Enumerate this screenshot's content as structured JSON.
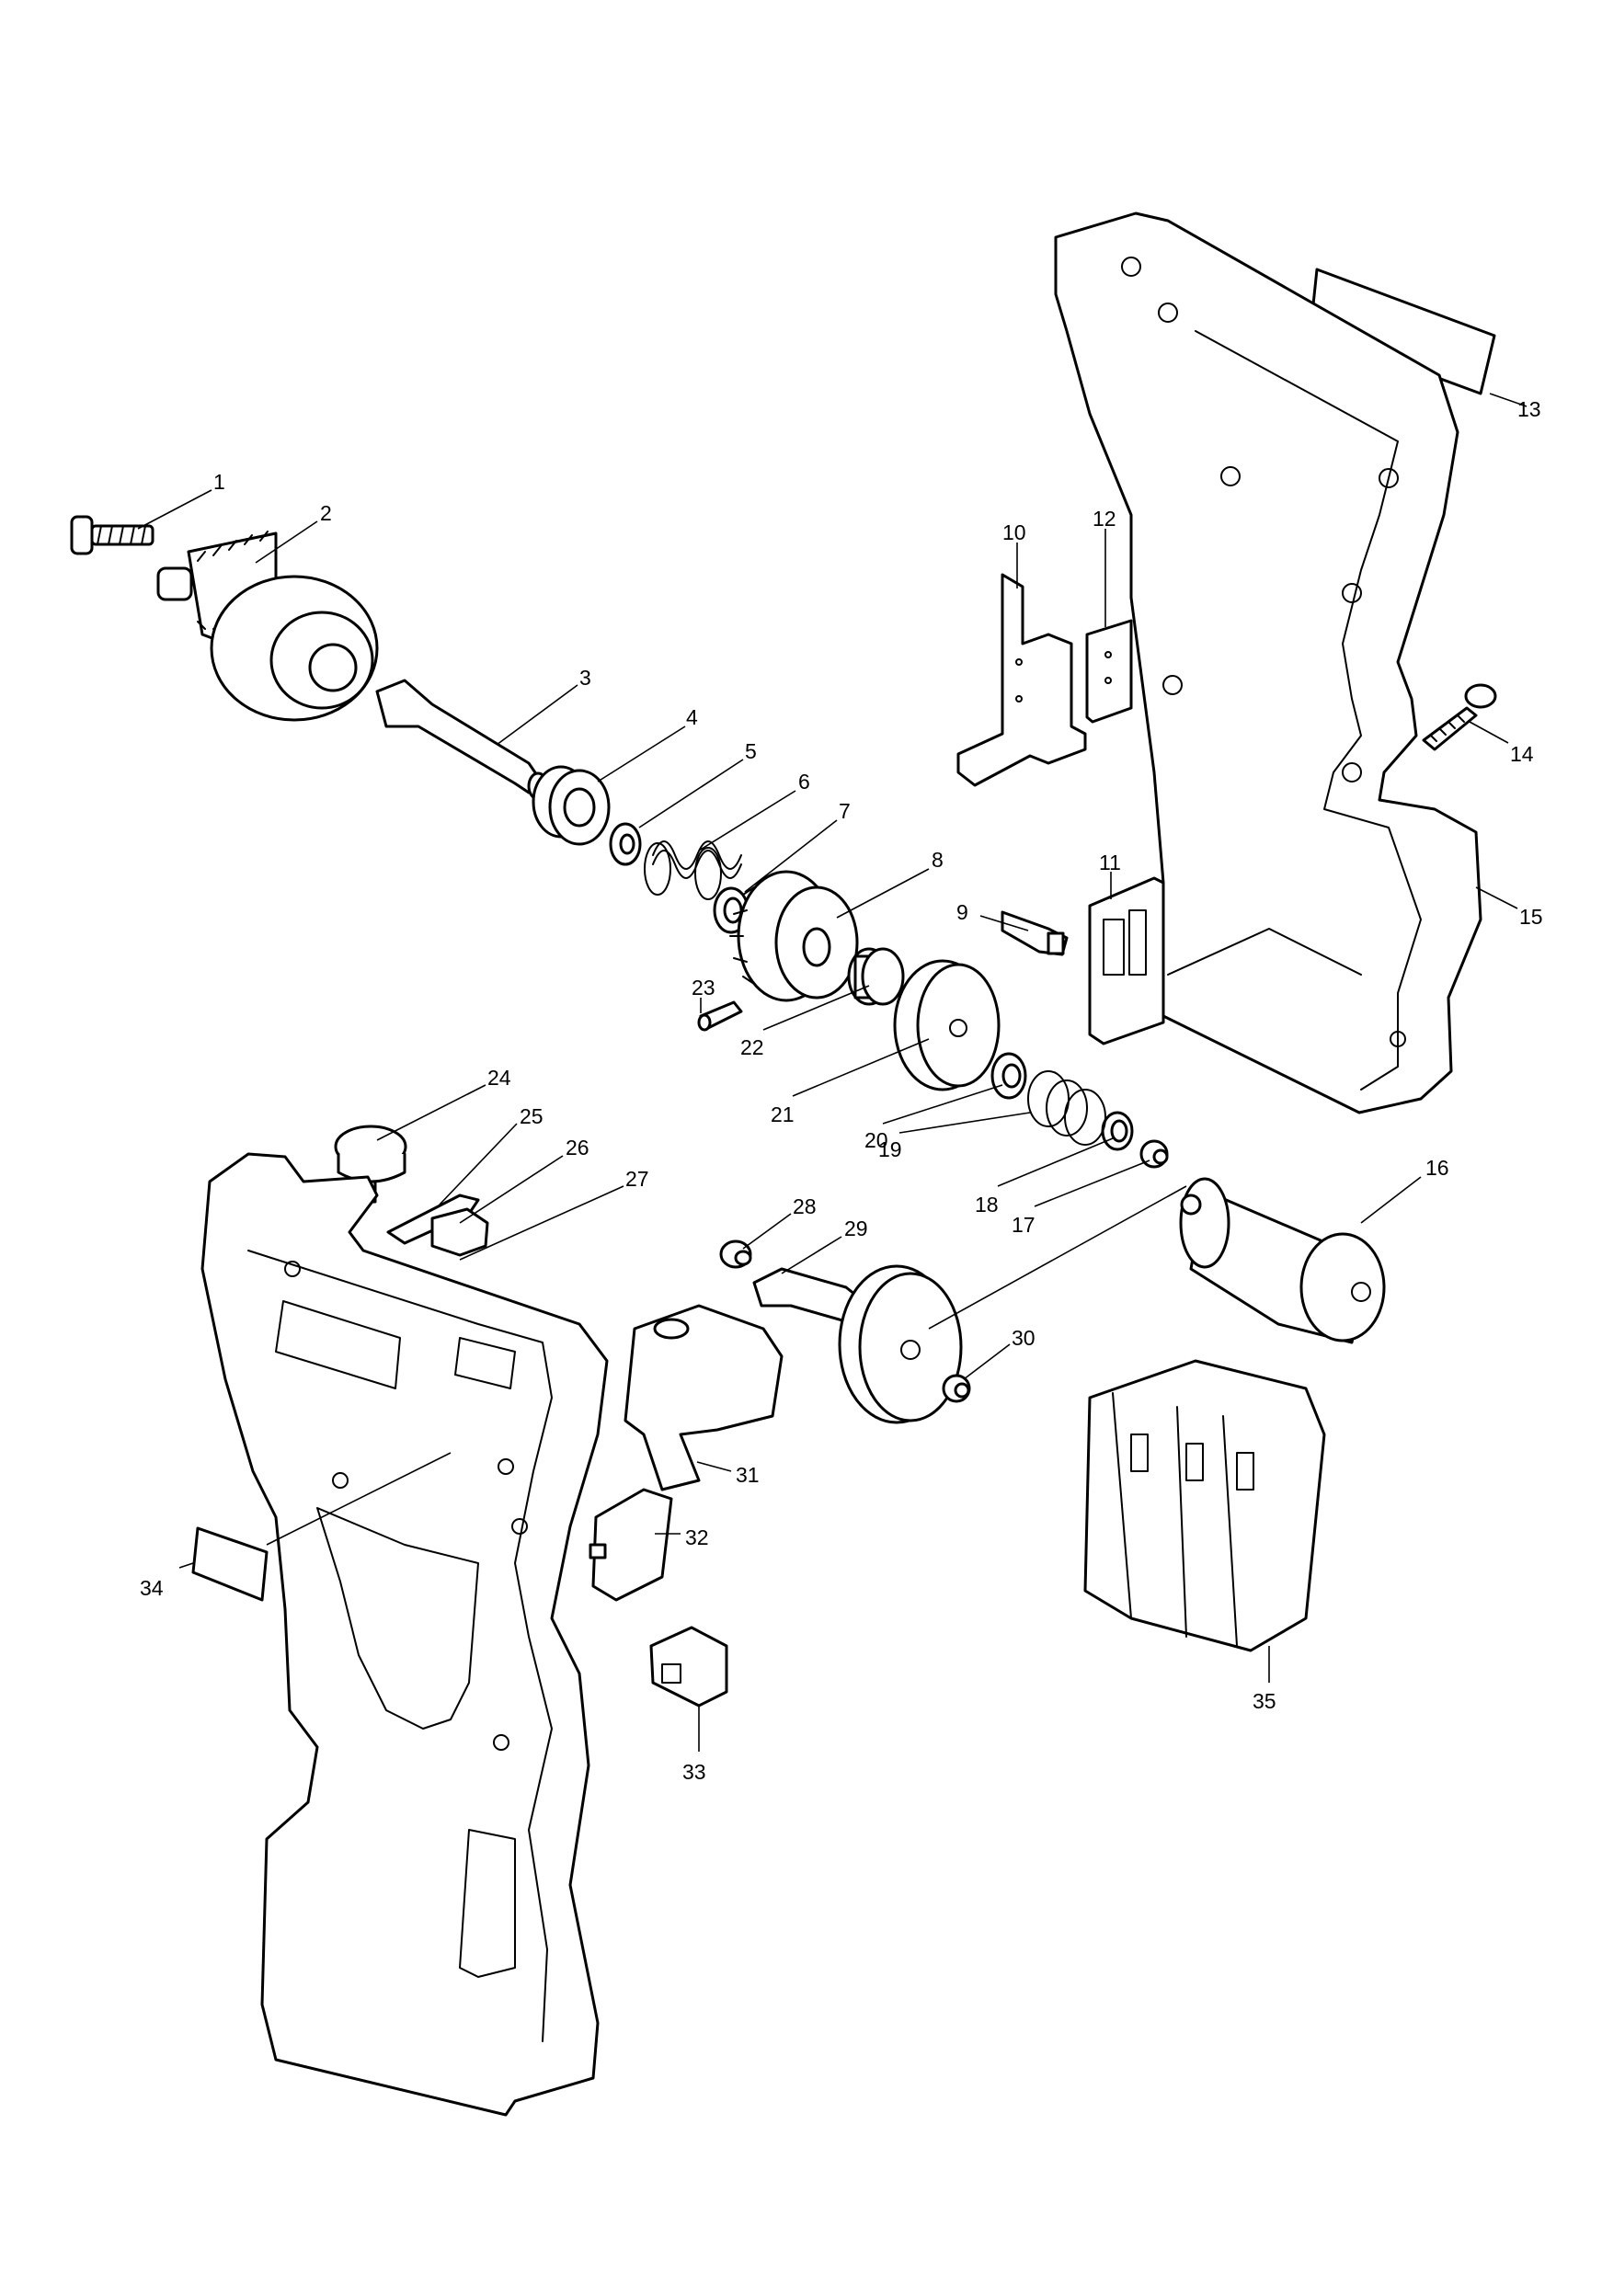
{
  "diagram": {
    "parts": [
      {
        "id": "p1",
        "number": "1"
      },
      {
        "id": "p2",
        "number": "2"
      },
      {
        "id": "p3",
        "number": "3"
      },
      {
        "id": "p4",
        "number": "4"
      },
      {
        "id": "p5",
        "number": "5"
      },
      {
        "id": "p6",
        "number": "6"
      },
      {
        "id": "p7",
        "number": "7"
      },
      {
        "id": "p8",
        "number": "8"
      },
      {
        "id": "p9",
        "number": "9"
      },
      {
        "id": "p10",
        "number": "10"
      },
      {
        "id": "p11",
        "number": "11"
      },
      {
        "id": "p12",
        "number": "12"
      },
      {
        "id": "p13",
        "number": "13"
      },
      {
        "id": "p14",
        "number": "14"
      },
      {
        "id": "p15",
        "number": "15"
      },
      {
        "id": "p16",
        "number": "16"
      },
      {
        "id": "p17",
        "number": "17"
      },
      {
        "id": "p18",
        "number": "18"
      },
      {
        "id": "p19",
        "number": "19"
      },
      {
        "id": "p20",
        "number": "20"
      },
      {
        "id": "p21",
        "number": "21"
      },
      {
        "id": "p22",
        "number": "22"
      },
      {
        "id": "p23",
        "number": "23"
      },
      {
        "id": "p24",
        "number": "24"
      },
      {
        "id": "p25",
        "number": "25"
      },
      {
        "id": "p26",
        "number": "26"
      },
      {
        "id": "p27",
        "number": "27"
      },
      {
        "id": "p28",
        "number": "28"
      },
      {
        "id": "p29",
        "number": "29"
      },
      {
        "id": "p30",
        "number": "30"
      },
      {
        "id": "p31",
        "number": "31"
      },
      {
        "id": "p32",
        "number": "32"
      },
      {
        "id": "p33",
        "number": "33"
      },
      {
        "id": "p34",
        "number": "34"
      },
      {
        "id": "p35",
        "number": "35"
      }
    ]
  }
}
